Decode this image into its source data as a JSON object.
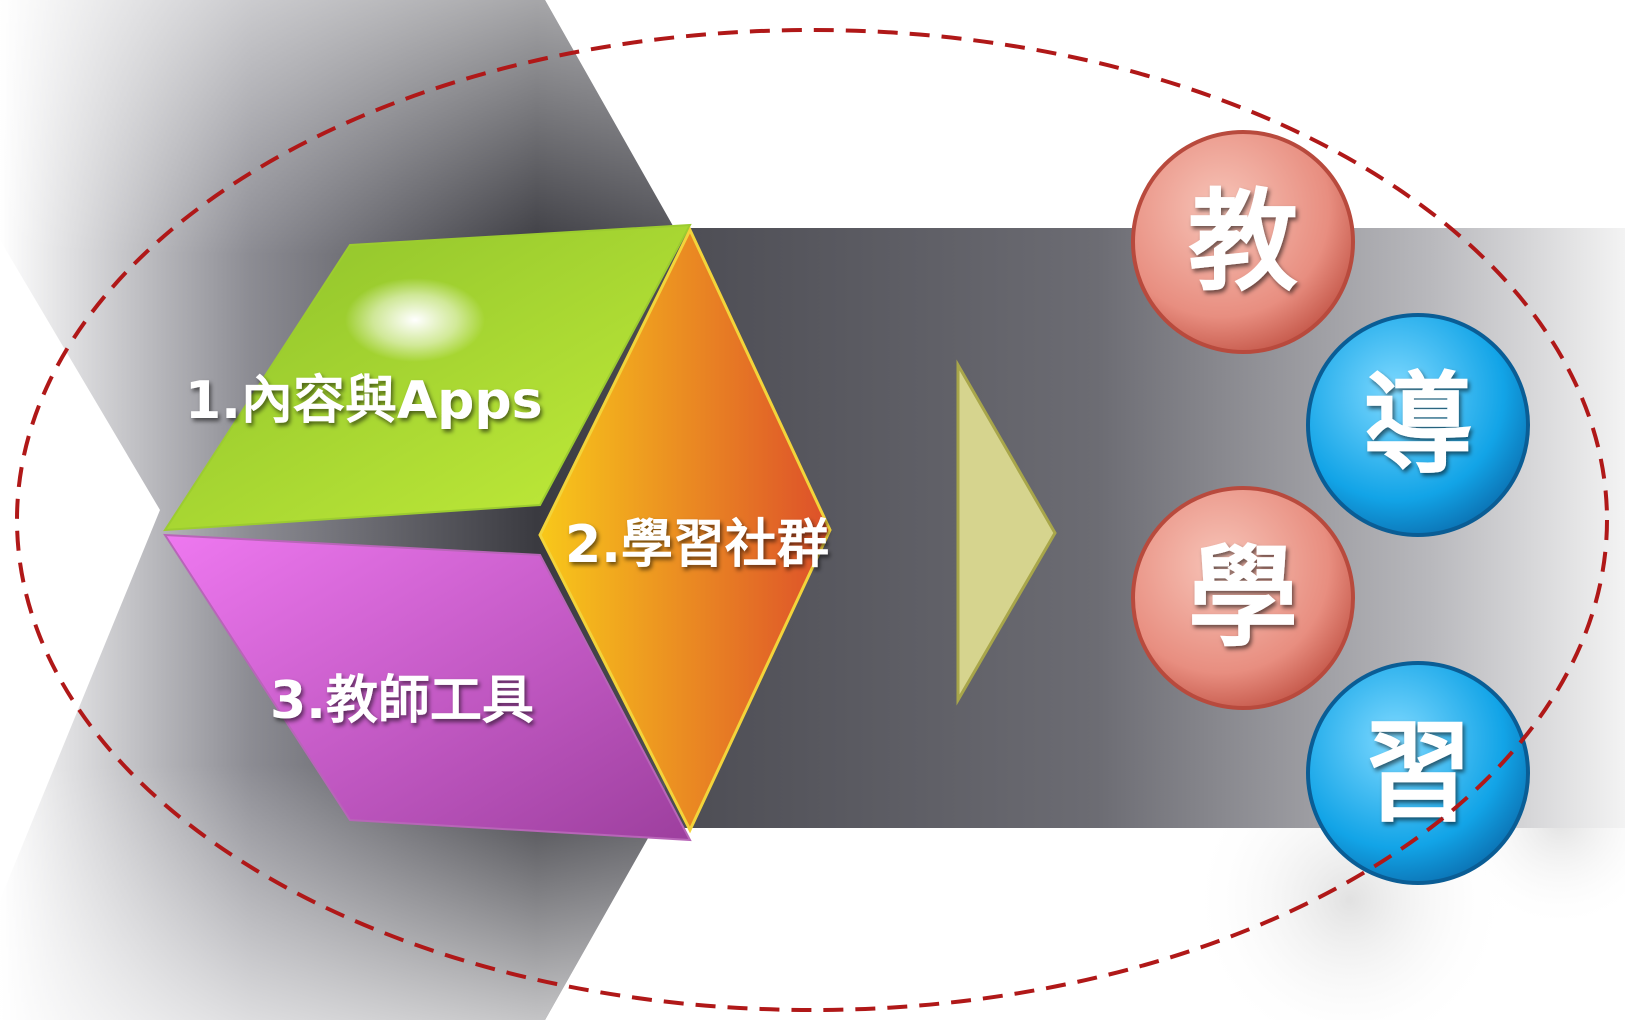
{
  "segments": {
    "content_apps": {
      "label": "1.內容與Apps",
      "color": "#a8d62e"
    },
    "learning_community": {
      "label": "2.學習社群",
      "color": "#ef8a1e"
    },
    "teacher_tools": {
      "label": "3.教師工具",
      "color": "#d95fd6"
    }
  },
  "outcomes": [
    {
      "char": "教",
      "color": "#ec8f82"
    },
    {
      "char": "導",
      "color": "#16a6e8"
    },
    {
      "char": "學",
      "color": "#ec8f82"
    },
    {
      "char": "習",
      "color": "#16a6e8"
    }
  ],
  "colors": {
    "ellipse_dash": "#b01818",
    "arrow_fill": "#d6d48e",
    "band_dark": "#55555c"
  }
}
